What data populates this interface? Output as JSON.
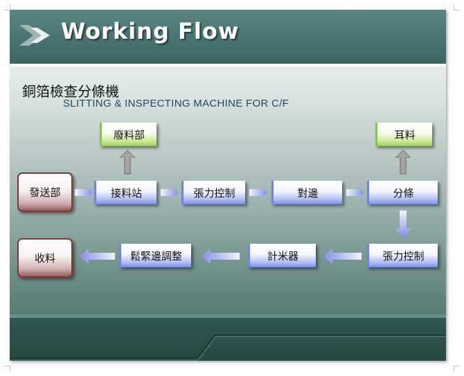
{
  "header": {
    "title": "Working Flow"
  },
  "heading": {
    "zh": "銅箔檢查分條機",
    "en": "SLITTING & INSPECTING MACHINE FOR C/F"
  },
  "nodes": {
    "feed": "發送部",
    "splice": "接料站",
    "tension1": "張力控制",
    "edge_align": "對邊",
    "slit": "分條",
    "waste": "廢料部",
    "ear_scrap": "耳料",
    "tension2": "張力控制",
    "meter": "計米器",
    "loose_edge": "鬆緊邊調整",
    "rewind": "收料"
  },
  "colors": {
    "process_node": "#7b8ee8",
    "output_node": "#9ccd55",
    "terminal_node": "#7a3a3a",
    "arrow": "#8c98e4",
    "up_arrow": "#8a8a8a",
    "header_bg": "#4a7573"
  }
}
